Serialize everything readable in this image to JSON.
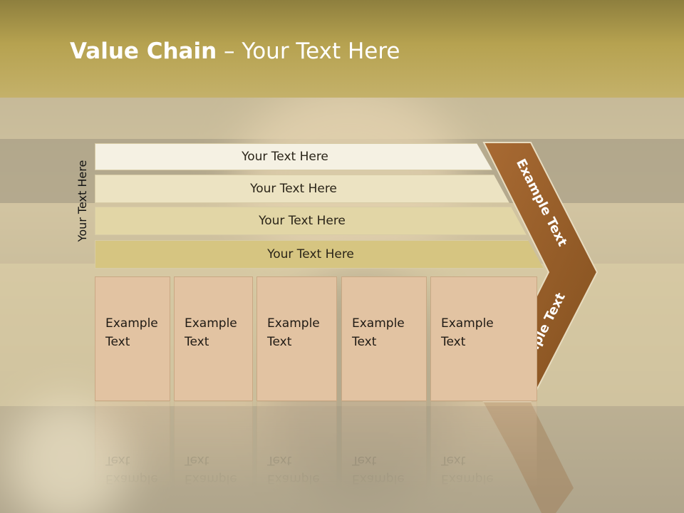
{
  "slide": {
    "title_bold": "Value Chain",
    "title_rest": " – Your Text Here",
    "side_label": "Your Text Here"
  },
  "bands": [
    {
      "label": "Your Text Here",
      "color": "#f5f1e3"
    },
    {
      "label": "Your Text Here",
      "color": "#ece3c2"
    },
    {
      "label": "Your Text Here",
      "color": "#e2d6a6"
    },
    {
      "label": "Your Text Here",
      "color": "#d6c581"
    }
  ],
  "boxes": [
    {
      "line1": "Example",
      "line2": "Text"
    },
    {
      "line1": "Example",
      "line2": "Text"
    },
    {
      "line1": "Example",
      "line2": "Text"
    },
    {
      "line1": "Example",
      "line2": "Text"
    },
    {
      "line1": "Example",
      "line2": "Text"
    }
  ],
  "chevron": {
    "upper_label": "Example Text",
    "lower_label": "Example Text",
    "color": "#955d2d"
  },
  "colors": {
    "title_bar": "#b6a250",
    "box_fill": "#e2c3a2"
  }
}
